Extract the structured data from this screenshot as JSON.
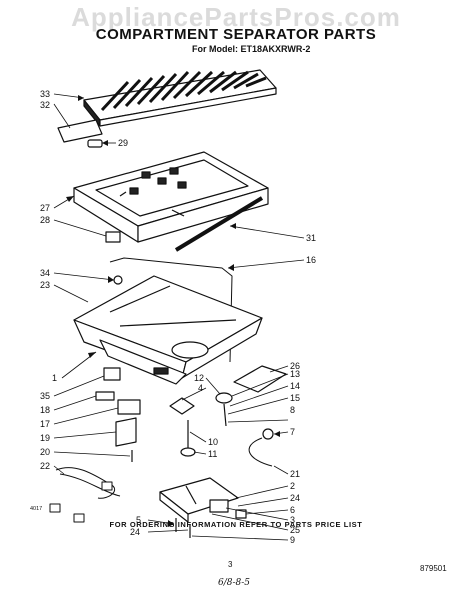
{
  "watermark": "AppliancePartsPros.com",
  "title": "COMPARTMENT SEPARATOR PARTS",
  "subtitle": "For Model: ET18AKXRWR-2",
  "footer_note": "FOR ORDERING INFORMATION REFER TO PARTS PRICE LIST",
  "page_number": "3",
  "drawing_number": "879501",
  "handwritten_mark": "6/8-8-5",
  "corner_code": "4017",
  "callouts": [
    {
      "id": "33",
      "label": "33"
    },
    {
      "id": "32",
      "label": "32"
    },
    {
      "id": "29",
      "label": "29"
    },
    {
      "id": "27",
      "label": "27"
    },
    {
      "id": "28",
      "label": "28"
    },
    {
      "id": "31",
      "label": "31"
    },
    {
      "id": "16",
      "label": "16"
    },
    {
      "id": "34",
      "label": "34"
    },
    {
      "id": "23",
      "label": "23"
    },
    {
      "id": "26",
      "label": "26"
    },
    {
      "id": "1",
      "label": "1"
    },
    {
      "id": "12",
      "label": "12"
    },
    {
      "id": "13",
      "label": "13"
    },
    {
      "id": "4",
      "label": "4"
    },
    {
      "id": "14",
      "label": "14"
    },
    {
      "id": "35",
      "label": "35"
    },
    {
      "id": "15",
      "label": "15"
    },
    {
      "id": "18",
      "label": "18"
    },
    {
      "id": "8",
      "label": "8"
    },
    {
      "id": "17",
      "label": "17"
    },
    {
      "id": "7",
      "label": "7"
    },
    {
      "id": "10",
      "label": "10"
    },
    {
      "id": "19",
      "label": "19"
    },
    {
      "id": "11",
      "label": "11"
    },
    {
      "id": "20",
      "label": "20"
    },
    {
      "id": "21",
      "label": "21"
    },
    {
      "id": "22",
      "label": "22"
    },
    {
      "id": "2",
      "label": "2"
    },
    {
      "id": "24a",
      "label": "24"
    },
    {
      "id": "6",
      "label": "6"
    },
    {
      "id": "5",
      "label": "5"
    },
    {
      "id": "3",
      "label": "3"
    },
    {
      "id": "24b",
      "label": "24"
    },
    {
      "id": "25",
      "label": "25"
    },
    {
      "id": "9",
      "label": "9"
    }
  ],
  "colors": {
    "ink": "#111111",
    "paper": "#ffffff",
    "watermark": "#bebebe"
  }
}
